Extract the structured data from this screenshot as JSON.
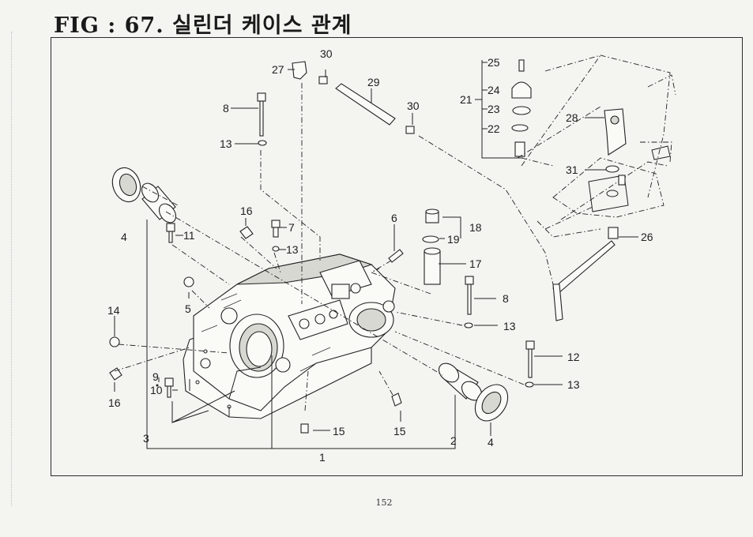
{
  "title": "FIG : 67. 실린더 케이스 관계",
  "page_number": "152",
  "callouts": {
    "c1": "1",
    "c2": "2",
    "c3": "3",
    "c4a": "4",
    "c4b": "4",
    "c5": "5",
    "c6": "6",
    "c7": "7",
    "c8a": "8",
    "c8b": "8",
    "c9": "9",
    "c10": "10",
    "c11": "11",
    "c12": "12",
    "c13a": "13",
    "c13b": "13",
    "c13c": "13",
    "c13d": "13",
    "c14": "14",
    "c15a": "15",
    "c15b": "15",
    "c16a": "16",
    "c16b": "16",
    "c17": "17",
    "c18": "18",
    "c19": "19",
    "c21": "21",
    "c22": "22",
    "c23": "23",
    "c24": "24",
    "c25": "25",
    "c26": "26",
    "c27": "27",
    "c28": "28",
    "c29": "29",
    "c30a": "30",
    "c30b": "30",
    "c31": "31"
  }
}
